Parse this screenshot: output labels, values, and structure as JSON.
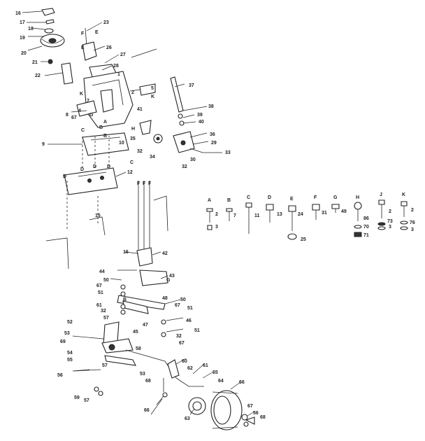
{
  "callouts": [
    {
      "id": "c16",
      "text": "16"
    },
    {
      "id": "c17",
      "text": "17"
    },
    {
      "id": "c18",
      "text": "18"
    },
    {
      "id": "c19",
      "text": "19"
    },
    {
      "id": "c20",
      "text": "20"
    },
    {
      "id": "c21",
      "text": "21"
    },
    {
      "id": "c22",
      "text": "22"
    },
    {
      "id": "c23",
      "text": "23"
    },
    {
      "id": "c26",
      "text": "26"
    },
    {
      "id": "c27",
      "text": "27"
    },
    {
      "id": "c28",
      "text": "28"
    },
    {
      "id": "c1",
      "text": "1"
    },
    {
      "id": "c5",
      "text": "5"
    },
    {
      "id": "c37",
      "text": "37"
    },
    {
      "id": "c38",
      "text": "38"
    },
    {
      "id": "c39",
      "text": "39"
    },
    {
      "id": "c40",
      "text": "40"
    },
    {
      "id": "c41",
      "text": "41"
    },
    {
      "id": "c36",
      "text": "36"
    },
    {
      "id": "c29",
      "text": "29"
    },
    {
      "id": "c30",
      "text": "30"
    },
    {
      "id": "c33",
      "text": "33"
    },
    {
      "id": "c32a",
      "text": "32"
    },
    {
      "id": "c34",
      "text": "34"
    },
    {
      "id": "c35",
      "text": "35"
    },
    {
      "id": "c32b",
      "text": "32"
    },
    {
      "id": "c9",
      "text": "9"
    },
    {
      "id": "c10",
      "text": "10"
    },
    {
      "id": "c12",
      "text": "12"
    },
    {
      "id": "c15",
      "text": "15"
    },
    {
      "id": "c16b",
      "text": "16"
    },
    {
      "id": "c42",
      "text": "42"
    },
    {
      "id": "c44",
      "text": "44"
    },
    {
      "id": "c43",
      "text": "43"
    },
    {
      "id": "c50a",
      "text": "50"
    },
    {
      "id": "c67a",
      "text": "67"
    },
    {
      "id": "c51a",
      "text": "51"
    },
    {
      "id": "c61a",
      "text": "61"
    },
    {
      "id": "c32c",
      "text": "32"
    },
    {
      "id": "c57a",
      "text": "57"
    },
    {
      "id": "c48",
      "text": "48"
    },
    {
      "id": "c50b",
      "text": "50"
    },
    {
      "id": "c67b",
      "text": "67"
    },
    {
      "id": "c51b",
      "text": "51"
    },
    {
      "id": "c47",
      "text": "47"
    },
    {
      "id": "c46",
      "text": "46"
    },
    {
      "id": "c45",
      "text": "45"
    },
    {
      "id": "c51c",
      "text": "51"
    },
    {
      "id": "c32d",
      "text": "32"
    },
    {
      "id": "c67c",
      "text": "67"
    },
    {
      "id": "c52",
      "text": "52"
    },
    {
      "id": "c53",
      "text": "53"
    },
    {
      "id": "c69",
      "text": "69"
    },
    {
      "id": "c54",
      "text": "54"
    },
    {
      "id": "c55",
      "text": "55"
    },
    {
      "id": "c57b",
      "text": "57"
    },
    {
      "id": "c58",
      "text": "58"
    },
    {
      "id": "c56",
      "text": "56"
    },
    {
      "id": "c59",
      "text": "59"
    },
    {
      "id": "c57c",
      "text": "57"
    },
    {
      "id": "c53b",
      "text": "53"
    },
    {
      "id": "c60",
      "text": "60"
    },
    {
      "id": "c61b",
      "text": "61"
    },
    {
      "id": "c62",
      "text": "62"
    },
    {
      "id": "c65",
      "text": "65"
    },
    {
      "id": "c64",
      "text": "64"
    },
    {
      "id": "c66",
      "text": "66"
    },
    {
      "id": "c68",
      "text": "68"
    },
    {
      "id": "c63",
      "text": "63"
    },
    {
      "id": "c67d",
      "text": "67"
    },
    {
      "id": "c56b",
      "text": "56"
    },
    {
      "id": "c68b",
      "text": "68"
    },
    {
      "id": "c66b",
      "text": "66"
    },
    {
      "id": "c8",
      "text": "8"
    },
    {
      "id": "c67e",
      "text": "67"
    },
    {
      "id": "c4",
      "text": "4"
    },
    {
      "id": "c7",
      "text": "7"
    },
    {
      "id": "c25",
      "text": "25"
    },
    {
      "id": "c73",
      "text": "73"
    },
    {
      "id": "c70",
      "text": "70"
    },
    {
      "id": "c71",
      "text": "71"
    },
    {
      "id": "c76",
      "text": "76"
    },
    {
      "id": "c2a",
      "text": "2"
    },
    {
      "id": "c3a",
      "text": "3"
    },
    {
      "id": "c2b",
      "text": "2"
    },
    {
      "id": "c3b",
      "text": "3"
    },
    {
      "id": "c2c",
      "text": "2"
    },
    {
      "id": "c3c",
      "text": "3"
    },
    {
      "id": "c11",
      "text": "11"
    },
    {
      "id": "c13",
      "text": "13"
    },
    {
      "id": "c24",
      "text": "24"
    },
    {
      "id": "c31",
      "text": "31"
    },
    {
      "id": "c49",
      "text": "49"
    },
    {
      "id": "c86",
      "text": "86"
    },
    {
      "id": "c7b",
      "text": "7"
    },
    {
      "id": "c2d",
      "text": "2"
    }
  ],
  "letters": [
    {
      "id": "lA",
      "text": "A"
    },
    {
      "id": "lB",
      "text": "B"
    },
    {
      "id": "lC",
      "text": "C"
    },
    {
      "id": "lD",
      "text": "D"
    },
    {
      "id": "lE",
      "text": "E"
    },
    {
      "id": "lF",
      "text": "F"
    },
    {
      "id": "lG",
      "text": "G"
    },
    {
      "id": "lH",
      "text": "H"
    },
    {
      "id": "lJ",
      "text": "J"
    },
    {
      "id": "lK",
      "text": "K"
    },
    {
      "id": "mE",
      "text": "E"
    },
    {
      "id": "mF",
      "text": "F"
    },
    {
      "id": "mK",
      "text": "K"
    },
    {
      "id": "mG",
      "text": "G"
    },
    {
      "id": "mA",
      "text": "A"
    },
    {
      "id": "mB",
      "text": "B"
    },
    {
      "id": "mH",
      "text": "H"
    },
    {
      "id": "mC1",
      "text": "C"
    },
    {
      "id": "mC2",
      "text": "C"
    },
    {
      "id": "mD1",
      "text": "D"
    },
    {
      "id": "mD2",
      "text": "D"
    },
    {
      "id": "mD3",
      "text": "D"
    },
    {
      "id": "mF1",
      "text": "F"
    },
    {
      "id": "mF2",
      "text": "F"
    },
    {
      "id": "mF3",
      "text": "F"
    },
    {
      "id": "mG2",
      "text": "G"
    },
    {
      "id": "mB2",
      "text": "B"
    },
    {
      "id": "mD4",
      "text": "D"
    },
    {
      "id": "mK2",
      "text": "K"
    },
    {
      "id": "mE2",
      "text": "E"
    },
    {
      "id": "mB3",
      "text": "B"
    }
  ]
}
